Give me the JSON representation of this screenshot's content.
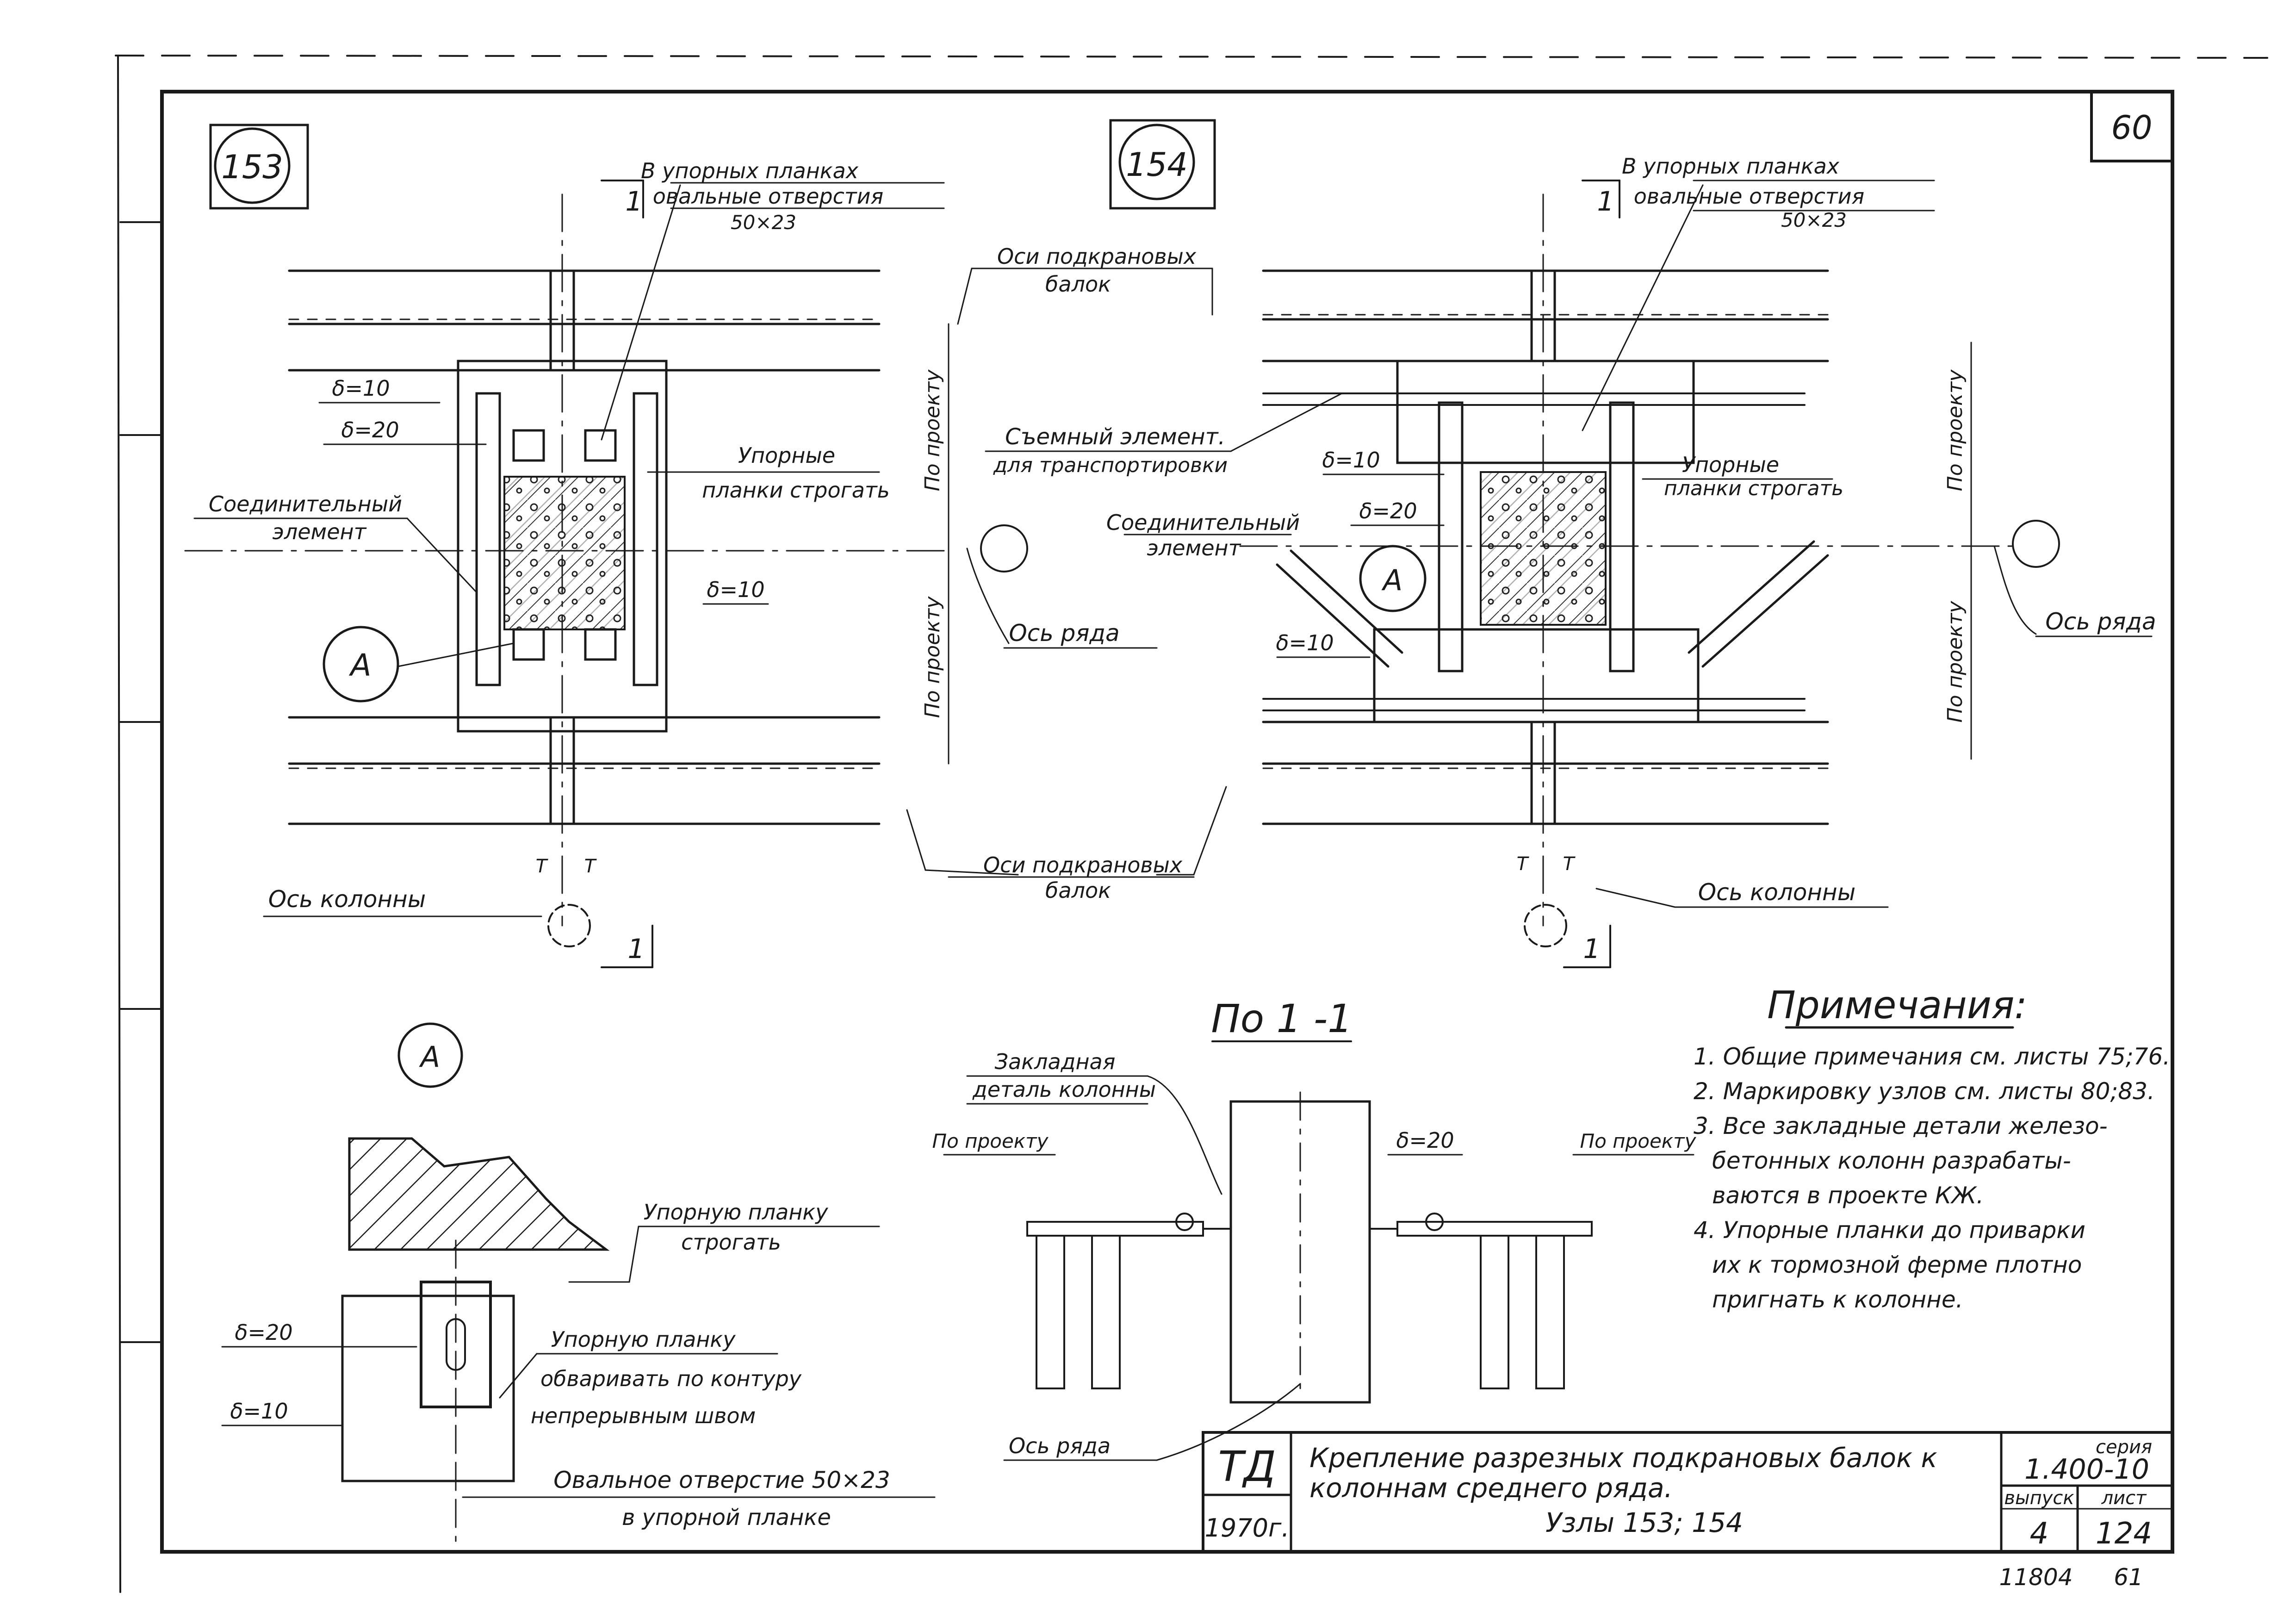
{
  "sheet": {
    "number": "60",
    "bottom_note": "11804",
    "bottom_note_2": "61"
  },
  "node_153": {
    "id": "153",
    "holes_note_1": "В упорных планках",
    "holes_note_2": "овальные отверстия",
    "holes_size": "50×23",
    "section_mark": "1",
    "delta10": "δ=10",
    "delta20": "δ=20",
    "stop_plates_1": "Упорные",
    "stop_plates_2": "планки строгать",
    "connector_1": "Соединительный",
    "connector_2": "элемент",
    "delta10_b": "δ=10",
    "detail_ref": "А",
    "column_axis": "Ось колонны",
    "t_marks": "Т",
    "section_mark_b": "1"
  },
  "middle": {
    "crane_axes_top_1": "Оси подкрановых",
    "crane_axes_top_2": "балок",
    "by_project_1": "По проекту",
    "by_project_2": "По проекту",
    "row_axis": "Ось ряда",
    "crane_axes_bottom_1": "Оси подкрановых",
    "crane_axes_bottom_2": "балок"
  },
  "node_154": {
    "id": "154",
    "holes_note_1": "В упорных планках",
    "holes_note_2": "овальные отверстия",
    "holes_size": "50×23",
    "section_mark": "1",
    "removable_1": "Съемный элемент.",
    "removable_2": "для транспортировки",
    "delta10": "δ=10",
    "delta20": "δ=20",
    "connector_1": "Соединительный",
    "connector_2": "элемент",
    "detail_ref": "А",
    "delta10_b": "δ=10",
    "stop_plates_1": "Упорные",
    "stop_plates_2": "планки строгать",
    "by_project_1": "По проекту",
    "by_project_2": "По проекту",
    "row_axis": "Ось ряда",
    "column_axis": "Ось колонны",
    "t_marks": "Т",
    "section_mark_b": "1"
  },
  "detail_a": {
    "title": "А",
    "plane_1": "Упорную планку",
    "plane_2": "строгать",
    "delta20": "δ=20",
    "delta10": "δ=10",
    "weld_1": "Упорную планку",
    "weld_2": "обваривать по контуру",
    "weld_3": "непрерывным швом",
    "oval_1": "Овальное отверстие 50×23",
    "oval_2": "в упорной планке"
  },
  "section": {
    "title": "По 1 -1",
    "embedded_1": "Закладная",
    "embedded_2": "деталь колонны",
    "by_project_left": "По проекту",
    "by_project_right": "По проекту",
    "delta20": "δ=20",
    "row_axis": "Ось ряда"
  },
  "notes": {
    "title": "Примечания:",
    "items": [
      "1. Общие примечания см. листы 75;76.",
      "2. Маркировку узлов см. листы 80;83.",
      "3. Все закладные детали железо-",
      "бетонных колонн разрабаты-",
      "ваются в проекте КЖ.",
      "4. Упорные планки до приварки",
      "их к тормозной ферме плотно",
      "пригнать к колонне."
    ]
  },
  "title_block": {
    "org": "ТД",
    "year": "1970г.",
    "title_1": "Крепление разрезных подкрановых балок к",
    "title_2": "колоннам среднего ряда.",
    "title_3": "Узлы 153; 154",
    "series_label": "серия",
    "series": "1.400-10",
    "issue_label": "выпуск",
    "issue": "4",
    "sheet_label": "лист",
    "sheet": "124"
  }
}
